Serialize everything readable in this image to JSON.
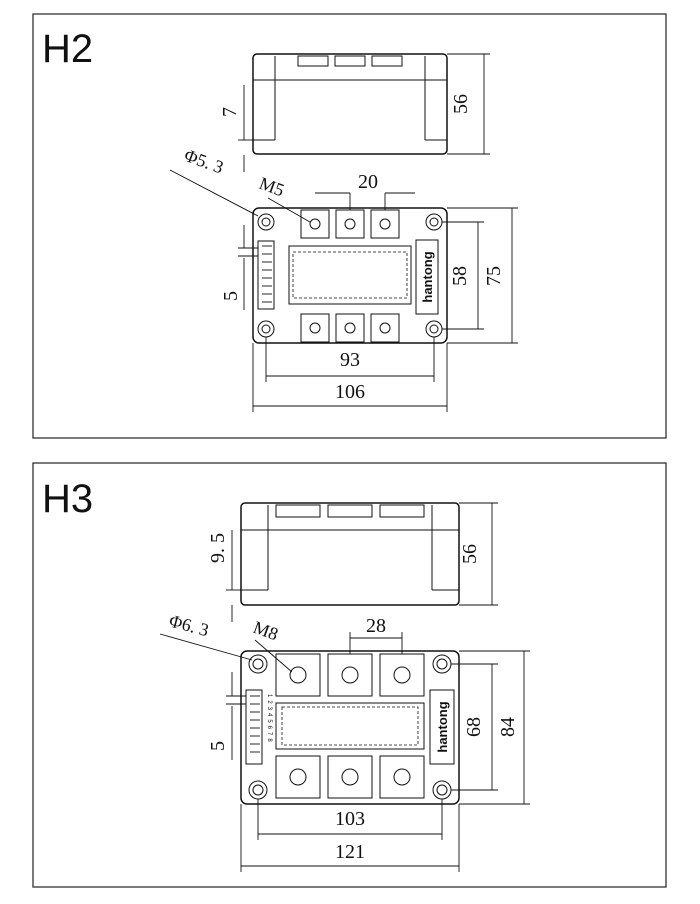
{
  "panels": [
    {
      "label": "H2",
      "side_dims": {
        "offset": "7",
        "height": "56"
      },
      "top_dims": {
        "hole": "Φ5. 3",
        "screw": "M5",
        "pitch": "20",
        "pin_pitch": "5",
        "inner_height": "58",
        "outer_height": "75",
        "inner_width": "93",
        "outer_width": "106"
      },
      "brand": "hantong"
    },
    {
      "label": "H3",
      "side_dims": {
        "offset": "9. 5",
        "height": "56"
      },
      "top_dims": {
        "hole": "Φ6. 3",
        "screw": "M8",
        "pitch": "28",
        "pin_pitch": "5",
        "inner_height": "68",
        "outer_height": "84",
        "inner_width": "103",
        "outer_width": "121"
      },
      "brand": "hantong",
      "pin_numbers": "12345678"
    }
  ]
}
